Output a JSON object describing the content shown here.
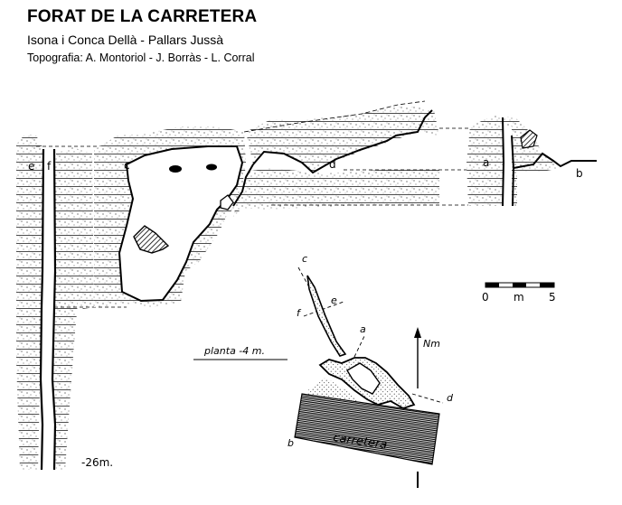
{
  "header": {
    "title": "FORAT DE LA CARRETERA",
    "location": "Isona i Conca Dellà - Pallars Jussà",
    "surveyors": "Topografia: A. Montoriol - J. Borràs - L. Corral"
  },
  "section": {
    "labels": {
      "e": "e",
      "f": "f",
      "c": "c",
      "d": "d",
      "a": "a",
      "b": "b"
    },
    "depth": "-26m."
  },
  "scale_bar": {
    "zero": "0",
    "unit": "m",
    "five": "5"
  },
  "plan": {
    "title": "planta -4 m.",
    "north": "Nm",
    "road": "carretera",
    "labels": {
      "a": "a",
      "b": "b",
      "c": "c",
      "d": "d",
      "e": "e",
      "f": "f"
    }
  },
  "colors": {
    "ink": "#000000",
    "paper": "#ffffff",
    "stipple": "#555555"
  }
}
